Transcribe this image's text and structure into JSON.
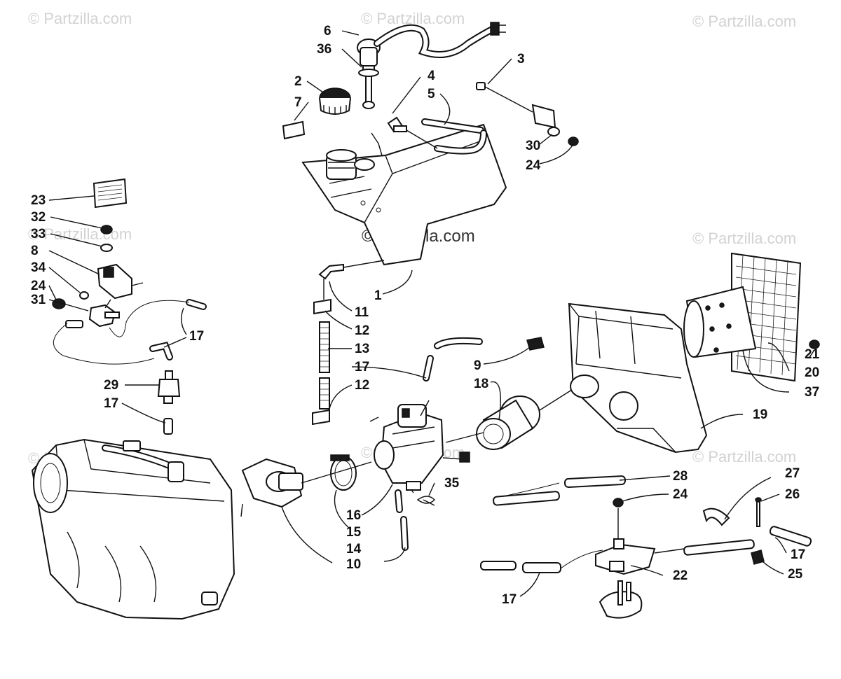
{
  "watermarks": {
    "brand": "© Partzilla.com"
  },
  "callouts": {
    "c1": "1",
    "c2": "2",
    "c3": "3",
    "c4": "4",
    "c5": "5",
    "c6": "6",
    "c7": "7",
    "c8": "8",
    "c9": "9",
    "c10": "10",
    "c11": "11",
    "c12a": "12",
    "c12b": "12",
    "c13": "13",
    "c14": "14",
    "c15": "15",
    "c16": "16",
    "c17a": "17",
    "c17b": "17",
    "c17c": "17",
    "c17d": "17",
    "c17e": "17",
    "c18": "18",
    "c19": "19",
    "c20": "20",
    "c21": "21",
    "c22": "22",
    "c23": "23",
    "c24a": "24",
    "c24b": "24",
    "c24c": "24",
    "c25": "25",
    "c26": "26",
    "c27": "27",
    "c28": "28",
    "c29": "29",
    "c30": "30",
    "c31": "31",
    "c32": "32",
    "c33": "33",
    "c34": "34",
    "c35": "35",
    "c36": "36",
    "c37": "37"
  }
}
